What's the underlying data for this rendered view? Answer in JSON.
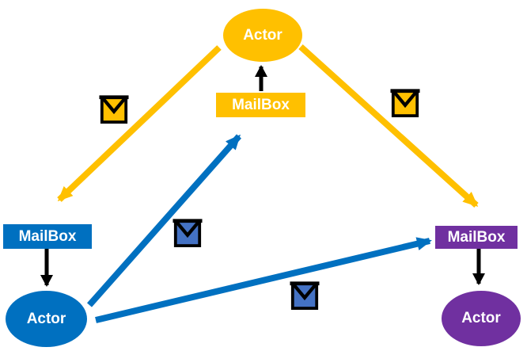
{
  "nodes": {
    "top_actor": {
      "label": "Actor",
      "shape": "ellipse",
      "color": "#FFC000"
    },
    "top_mailbox": {
      "label": "MailBox",
      "shape": "rect",
      "color": "#FFC000"
    },
    "left_mailbox": {
      "label": "MailBox",
      "shape": "rect",
      "color": "#0070C0"
    },
    "left_actor": {
      "label": "Actor",
      "shape": "ellipse",
      "color": "#0070C0"
    },
    "right_mailbox": {
      "label": "MailBox",
      "shape": "rect",
      "color": "#7030A0"
    },
    "right_actor": {
      "label": "Actor",
      "shape": "ellipse",
      "color": "#7030A0"
    }
  },
  "colors": {
    "gold": "#FFC000",
    "blue": "#0070C0",
    "envelope_blue": "#4472C4",
    "purple": "#7030A0",
    "black": "#000000",
    "text": "#FFFFFF",
    "background": "#FFFFFF"
  },
  "icons": {
    "envelope": "envelope-icon (square envelope with flap, black outline, colored fill)"
  },
  "edges": [
    {
      "from": "top_actor",
      "to": "left_mailbox",
      "style": "thick",
      "color": "#FFC000",
      "icon": "envelope-gold"
    },
    {
      "from": "top_actor",
      "to": "right_mailbox",
      "style": "thick",
      "color": "#FFC000",
      "icon": "envelope-gold"
    },
    {
      "from": "left_actor",
      "to": "top_mailbox",
      "style": "thick",
      "color": "#0070C0",
      "icon": "envelope-blue"
    },
    {
      "from": "left_actor",
      "to": "right_mailbox",
      "style": "thick",
      "color": "#0070C0",
      "icon": "envelope-blue"
    },
    {
      "from": "top_mailbox",
      "to": "top_actor",
      "style": "thin",
      "color": "#000000"
    },
    {
      "from": "left_mailbox",
      "to": "left_actor",
      "style": "thin",
      "color": "#000000"
    },
    {
      "from": "right_mailbox",
      "to": "right_actor",
      "style": "thin",
      "color": "#000000"
    }
  ]
}
